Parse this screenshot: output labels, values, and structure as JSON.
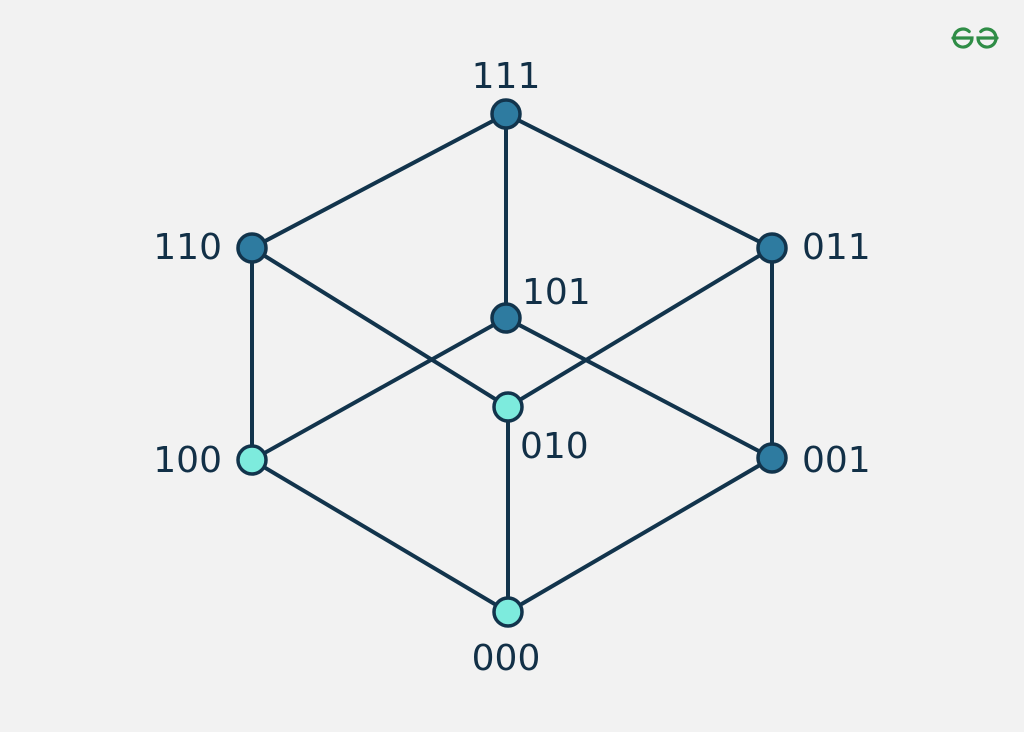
{
  "background_color": "#f2f2f2",
  "edge_color": "#12344c",
  "colors": {
    "dark_node": "#2e7ba0",
    "light_node": "#7debdd",
    "label": "#123047",
    "logo": "#2f8d46"
  },
  "logo": {
    "icon": "geeksforgeeks-logo-icon"
  },
  "nodes": [
    {
      "id": "111",
      "label": "111",
      "shade": "dark"
    },
    {
      "id": "110",
      "label": "110",
      "shade": "dark"
    },
    {
      "id": "011",
      "label": "011",
      "shade": "dark"
    },
    {
      "id": "101",
      "label": "101",
      "shade": "dark"
    },
    {
      "id": "010",
      "label": "010",
      "shade": "light"
    },
    {
      "id": "100",
      "label": "100",
      "shade": "light"
    },
    {
      "id": "001",
      "label": "001",
      "shade": "dark"
    },
    {
      "id": "000",
      "label": "000",
      "shade": "light"
    }
  ],
  "edges": [
    [
      "111",
      "110"
    ],
    [
      "111",
      "011"
    ],
    [
      "111",
      "101"
    ],
    [
      "110",
      "100"
    ],
    [
      "110",
      "010"
    ],
    [
      "011",
      "001"
    ],
    [
      "011",
      "010"
    ],
    [
      "101",
      "100"
    ],
    [
      "101",
      "001"
    ],
    [
      "010",
      "000"
    ],
    [
      "100",
      "000"
    ],
    [
      "001",
      "000"
    ]
  ]
}
